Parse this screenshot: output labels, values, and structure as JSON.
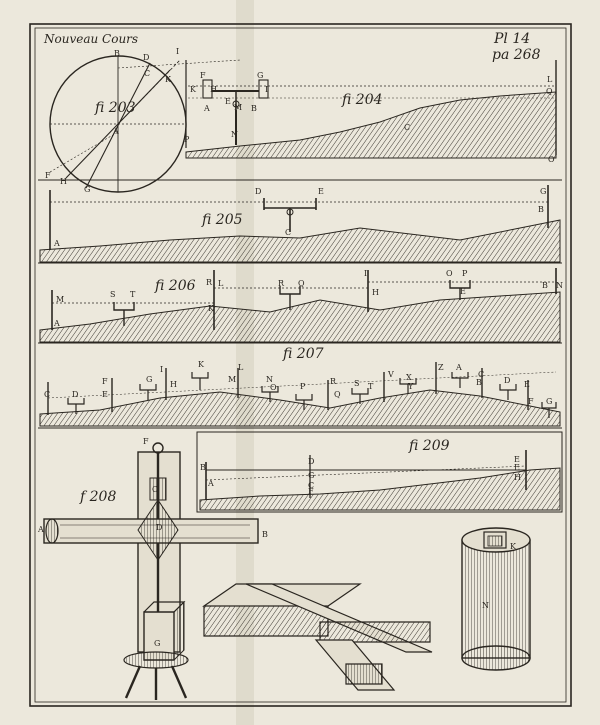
{
  "plate": {
    "header_left": "Nouveau Cours",
    "plate_number": "Pl 14",
    "page_ref": "pa 268"
  },
  "figures": [
    {
      "id": "f203",
      "label": "fi 203"
    },
    {
      "id": "f204",
      "label": "fi 204"
    },
    {
      "id": "f205",
      "label": "fi 205"
    },
    {
      "id": "f206",
      "label": "fi 206"
    },
    {
      "id": "f207",
      "label": "fi 207"
    },
    {
      "id": "f208",
      "label": "f 208"
    },
    {
      "id": "f209",
      "label": "fi 209"
    }
  ],
  "letters": {
    "f203": [
      "B",
      "D",
      "I",
      "C",
      "K",
      "A",
      "F",
      "H",
      "G"
    ],
    "f204": [
      "F",
      "G",
      "K",
      "H",
      "I",
      "E",
      "A",
      "M",
      "B",
      "N",
      "P",
      "L",
      "Q",
      "C",
      "O"
    ],
    "f205": [
      "D",
      "E",
      "G",
      "B",
      "C",
      "A"
    ],
    "f206": [
      "M",
      "S",
      "T",
      "R",
      "K",
      "L",
      "R",
      "Q",
      "I",
      "H",
      "O",
      "P",
      "E",
      "B",
      "N",
      "A"
    ],
    "f207": [
      "C",
      "D",
      "E",
      "F",
      "G",
      "H",
      "I",
      "K",
      "L",
      "M",
      "N",
      "O",
      "P",
      "Q",
      "R",
      "S",
      "T",
      "V",
      "X",
      "Y",
      "Z",
      "A",
      "B",
      "C",
      "D",
      "E",
      "F",
      "G"
    ],
    "f208": [
      "F",
      "A",
      "B",
      "D",
      "C",
      "G"
    ],
    "f209": [
      "B",
      "E",
      "D",
      "G",
      "E",
      "A",
      "F",
      "C",
      "H"
    ],
    "tube": [
      "K",
      "N"
    ]
  },
  "colors": {
    "paper": "#ece8dc",
    "ink": "#2a2620",
    "fold": "#d6d0c0"
  }
}
